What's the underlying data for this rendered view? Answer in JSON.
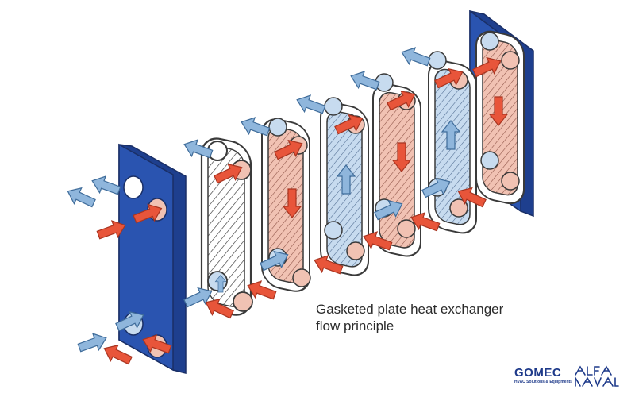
{
  "caption": {
    "line1": "Gasketed plate heat exchanger",
    "line2": "flow principle"
  },
  "logos": {
    "gomec": "GOMEC",
    "gomec_tagline": "HVAC Solutions & Equipments",
    "alfa_laval": "ALFA LAVAL"
  },
  "colors": {
    "frame_plate": "#2a54b0",
    "hot_fluid": "#e8553a",
    "cold_fluid": "#8fb6dc",
    "hot_channel": "#f1c2b3",
    "cold_channel": "#c7dbef",
    "plate_outline": "#3a3a3a",
    "caption_text": "#2b2b2b",
    "gomec_blue": "#1e3a8a"
  },
  "icons": [
    "hot-flow-arrow-icon",
    "cold-flow-arrow-icon"
  ]
}
